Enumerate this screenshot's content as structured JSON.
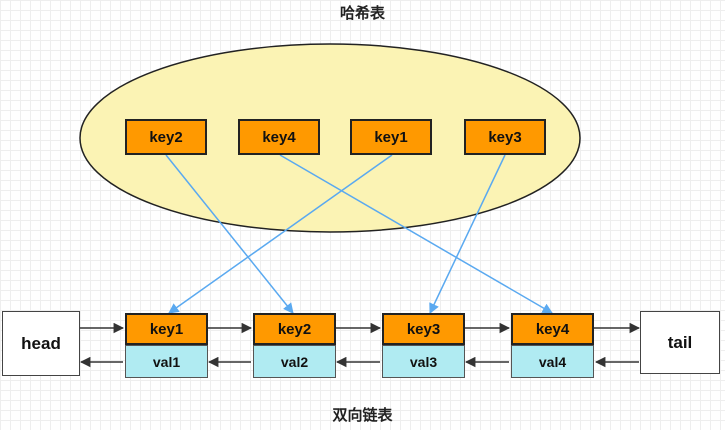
{
  "hash_table": {
    "title": "哈希表",
    "keys": [
      "key2",
      "key4",
      "key1",
      "key3"
    ]
  },
  "linked_list": {
    "title": "双向链表",
    "head": "head",
    "tail": "tail",
    "nodes": [
      {
        "key": "key1",
        "val": "val1"
      },
      {
        "key": "key2",
        "val": "val2"
      },
      {
        "key": "key3",
        "val": "val3"
      },
      {
        "key": "key4",
        "val": "val4"
      }
    ]
  },
  "colors": {
    "ellipse_fill": "#fbf3b4",
    "key_fill": "#ff9900",
    "val_fill": "#b0ebf2",
    "pointer_line": "#5aa9f0"
  }
}
